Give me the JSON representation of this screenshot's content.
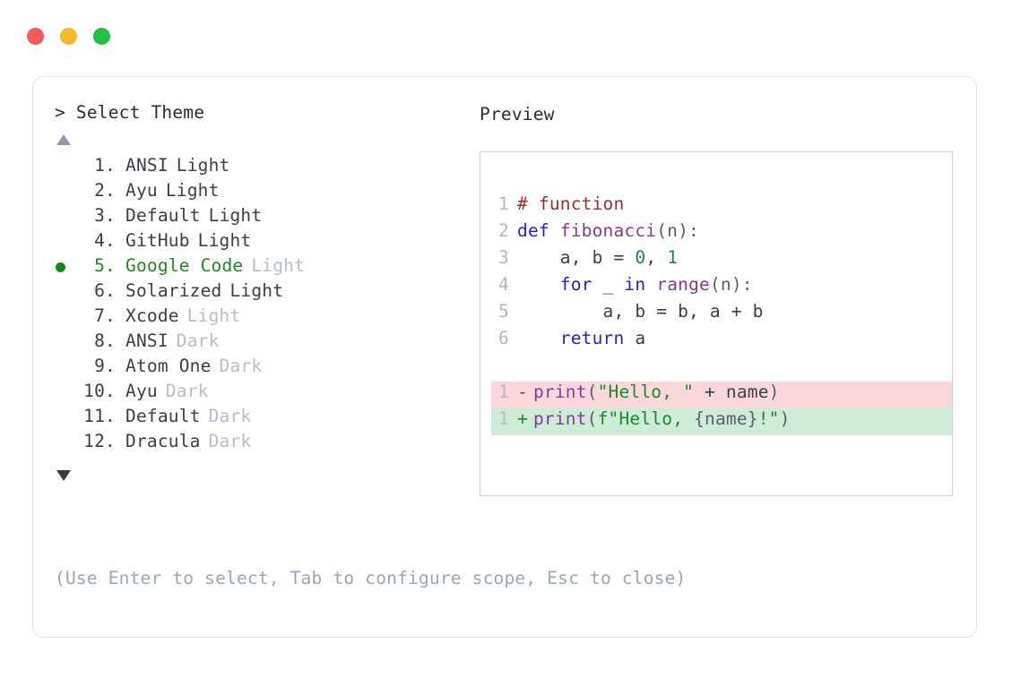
{
  "window": {
    "dots": [
      {
        "name": "close-dot",
        "color": "#f4595b"
      },
      {
        "name": "minimize-dot",
        "color": "#f6b826"
      },
      {
        "name": "maximize-dot",
        "color": "#22c142"
      }
    ]
  },
  "selector": {
    "prompt": "> Select Theme",
    "scroll_up_icon": "triangle-up-icon",
    "scroll_down_icon": "triangle-down-icon",
    "selected_index": 5,
    "items": [
      {
        "index": "1.",
        "name": "ANSI",
        "variant": "Light",
        "selected": false,
        "variant_muted": false
      },
      {
        "index": "2.",
        "name": "Ayu",
        "variant": "Light",
        "selected": false,
        "variant_muted": false
      },
      {
        "index": "3.",
        "name": "Default",
        "variant": "Light",
        "selected": false,
        "variant_muted": false
      },
      {
        "index": "4.",
        "name": "GitHub",
        "variant": "Light",
        "selected": false,
        "variant_muted": false
      },
      {
        "index": "5.",
        "name": "Google Code",
        "variant": "Light",
        "selected": true,
        "variant_muted": true
      },
      {
        "index": "6.",
        "name": "Solarized",
        "variant": "Light",
        "selected": false,
        "variant_muted": false
      },
      {
        "index": "7.",
        "name": "Xcode",
        "variant": "Light",
        "selected": false,
        "variant_muted": true
      },
      {
        "index": "8.",
        "name": "ANSI",
        "variant": "Dark",
        "selected": false,
        "variant_muted": true
      },
      {
        "index": "9.",
        "name": "Atom One",
        "variant": "Dark",
        "selected": false,
        "variant_muted": true
      },
      {
        "index": "10.",
        "name": "Ayu",
        "variant": "Dark",
        "selected": false,
        "variant_muted": true
      },
      {
        "index": "11.",
        "name": "Default",
        "variant": "Dark",
        "selected": false,
        "variant_muted": true
      },
      {
        "index": "12.",
        "name": "Dracula",
        "variant": "Dark",
        "selected": false,
        "variant_muted": true
      }
    ],
    "footer_hint": "(Use Enter to select, Tab to configure scope, Esc to close)"
  },
  "preview": {
    "title": "Preview",
    "code_lines": [
      {
        "num": "1",
        "tokens": [
          {
            "t": "# function",
            "c": "comment"
          }
        ]
      },
      {
        "num": "2",
        "tokens": [
          {
            "t": "def ",
            "c": "keyword"
          },
          {
            "t": "fibonacci",
            "c": "func"
          },
          {
            "t": "(n):",
            "c": "punct"
          }
        ]
      },
      {
        "num": "3",
        "tokens": [
          {
            "t": "    a, b = ",
            "c": "plain"
          },
          {
            "t": "0",
            "c": "number"
          },
          {
            "t": ", ",
            "c": "plain"
          },
          {
            "t": "1",
            "c": "number"
          }
        ]
      },
      {
        "num": "4",
        "tokens": [
          {
            "t": "    ",
            "c": "plain"
          },
          {
            "t": "for",
            "c": "keyword"
          },
          {
            "t": " _ ",
            "c": "plain"
          },
          {
            "t": "in",
            "c": "keyword"
          },
          {
            "t": " ",
            "c": "plain"
          },
          {
            "t": "range",
            "c": "func"
          },
          {
            "t": "(n):",
            "c": "punct"
          }
        ]
      },
      {
        "num": "5",
        "tokens": [
          {
            "t": "        a, b = b, a + b",
            "c": "plain"
          }
        ]
      },
      {
        "num": "6",
        "tokens": [
          {
            "t": "    ",
            "c": "plain"
          },
          {
            "t": "return",
            "c": "keyword"
          },
          {
            "t": " a",
            "c": "plain"
          }
        ]
      }
    ],
    "diff_lines": [
      {
        "num": "1",
        "kind": "del",
        "sign": "-",
        "tokens": [
          {
            "t": "print",
            "c": "builtin"
          },
          {
            "t": "(",
            "c": "punct"
          },
          {
            "t": "\"Hello, \"",
            "c": "string"
          },
          {
            "t": " + ",
            "c": "plain"
          },
          {
            "t": "name",
            "c": "plain"
          },
          {
            "t": ")",
            "c": "punct"
          }
        ]
      },
      {
        "num": "1",
        "kind": "add",
        "sign": "+",
        "tokens": [
          {
            "t": "print",
            "c": "builtin"
          },
          {
            "t": "(",
            "c": "punct"
          },
          {
            "t": "f\"Hello, ",
            "c": "string"
          },
          {
            "t": "{name}",
            "c": "punct"
          },
          {
            "t": "!\"",
            "c": "string"
          },
          {
            "t": ")",
            "c": "punct"
          }
        ]
      }
    ]
  },
  "colors": {
    "accent_green": "#168a16",
    "diff_remove_bg": "#f9d7db",
    "diff_add_bg": "#cfecd8",
    "muted_text": "#b6bdcb",
    "hint_text": "#9aa5b8",
    "card_border": "#e2e4e8",
    "code_border": "#ccd2de"
  }
}
